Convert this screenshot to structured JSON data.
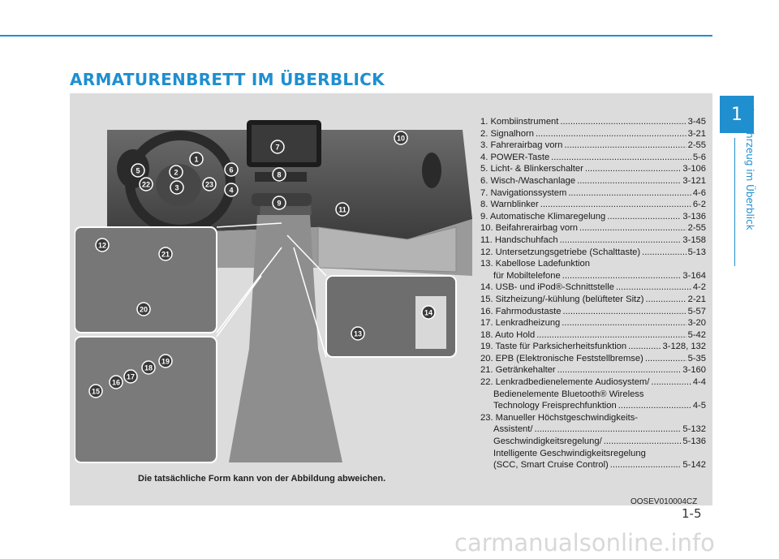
{
  "header": {
    "title": "ARMATURENBRETT IM ÜBERBLICK"
  },
  "side_tab": {
    "number": "1",
    "text": "Ihr Fahrzeug im Überblick"
  },
  "legend": [
    {
      "label": "1. Kombiinstrument",
      "page": "3-45"
    },
    {
      "label": "2. Signalhorn",
      "page": "3-21"
    },
    {
      "label": "3. Fahrerairbag vorn",
      "page": "2-55"
    },
    {
      "label": "4. POWER-Taste",
      "page": "5-6"
    },
    {
      "label": "5. Licht- & Blinkerschalter",
      "page": "3-106"
    },
    {
      "label": "6. Wisch-/Waschanlage",
      "page": "3-121"
    },
    {
      "label": "7. Navigationssystem",
      "page": "4-6"
    },
    {
      "label": "8. Warnblinker",
      "page": "6-2"
    },
    {
      "label": "9. Automatische Klimaregelung",
      "page": "3-136"
    },
    {
      "label": "10. Beifahrerairbag vorn",
      "page": "2-55"
    },
    {
      "label": "11. Handschuhfach",
      "page": "3-158"
    },
    {
      "label": "12. Untersetzungsgetriebe (Schalttaste)",
      "page": "5-13"
    },
    {
      "label": "13. Kabellose Ladefunktion"
    },
    {
      "label": "für Mobiltelefone",
      "page": "3-164",
      "indent": true
    },
    {
      "label": "14. USB- und iPod®-Schnittstelle",
      "page": "4-2"
    },
    {
      "label": "15. Sitzheizung/-kühlung (belüfteter Sitz)",
      "page": "2-21"
    },
    {
      "label": "16. Fahrmodustaste",
      "page": "5-57"
    },
    {
      "label": "17. Lenkradheizung",
      "page": "3-20"
    },
    {
      "label": "18. Auto Hold",
      "page": "5-42"
    },
    {
      "label": "19. Taste für Parksicherheitsfunktion",
      "page": "3-128, 132"
    },
    {
      "label": "20. EPB (Elektronische Feststellbremse)",
      "page": "5-35"
    },
    {
      "label": "21. Getränkehalter",
      "page": "3-160"
    },
    {
      "label": "22. Lenkradbedienelemente Audiosystem/",
      "page": "4-4"
    },
    {
      "label": "Bedienelemente Bluetooth® Wireless",
      "indent": true
    },
    {
      "label": "Technology Freisprechfunktion",
      "page": "4-5",
      "indent": true
    },
    {
      "label": "23. Manueller Höchstgeschwindigkeits-"
    },
    {
      "label": "Assistent/",
      "page": "5-132",
      "indent": true
    },
    {
      "label": "Geschwindigkeitsregelung/",
      "page": "5-136",
      "indent": true
    },
    {
      "label": "Intelligente Geschwindigkeitsregelung",
      "indent": true
    },
    {
      "label": "(SCC, Smart Cruise Control)",
      "page": "5-142",
      "indent": true
    }
  ],
  "caption": "Die tatsächliche Form kann von der Abbildung abweichen.",
  "image_code": "OOSEV010004CZ",
  "page_number": "1-5",
  "watermark": "carmanualsonline.info",
  "callouts": [
    "1",
    "2",
    "3",
    "4",
    "5",
    "6",
    "7",
    "8",
    "9",
    "10",
    "11",
    "12",
    "13",
    "14",
    "15",
    "16",
    "17",
    "18",
    "19",
    "20",
    "21",
    "22",
    "23"
  ],
  "colors": {
    "accent": "#1f8fcf",
    "panel": "#dcdcdc",
    "callout": "#3a3a3a"
  }
}
